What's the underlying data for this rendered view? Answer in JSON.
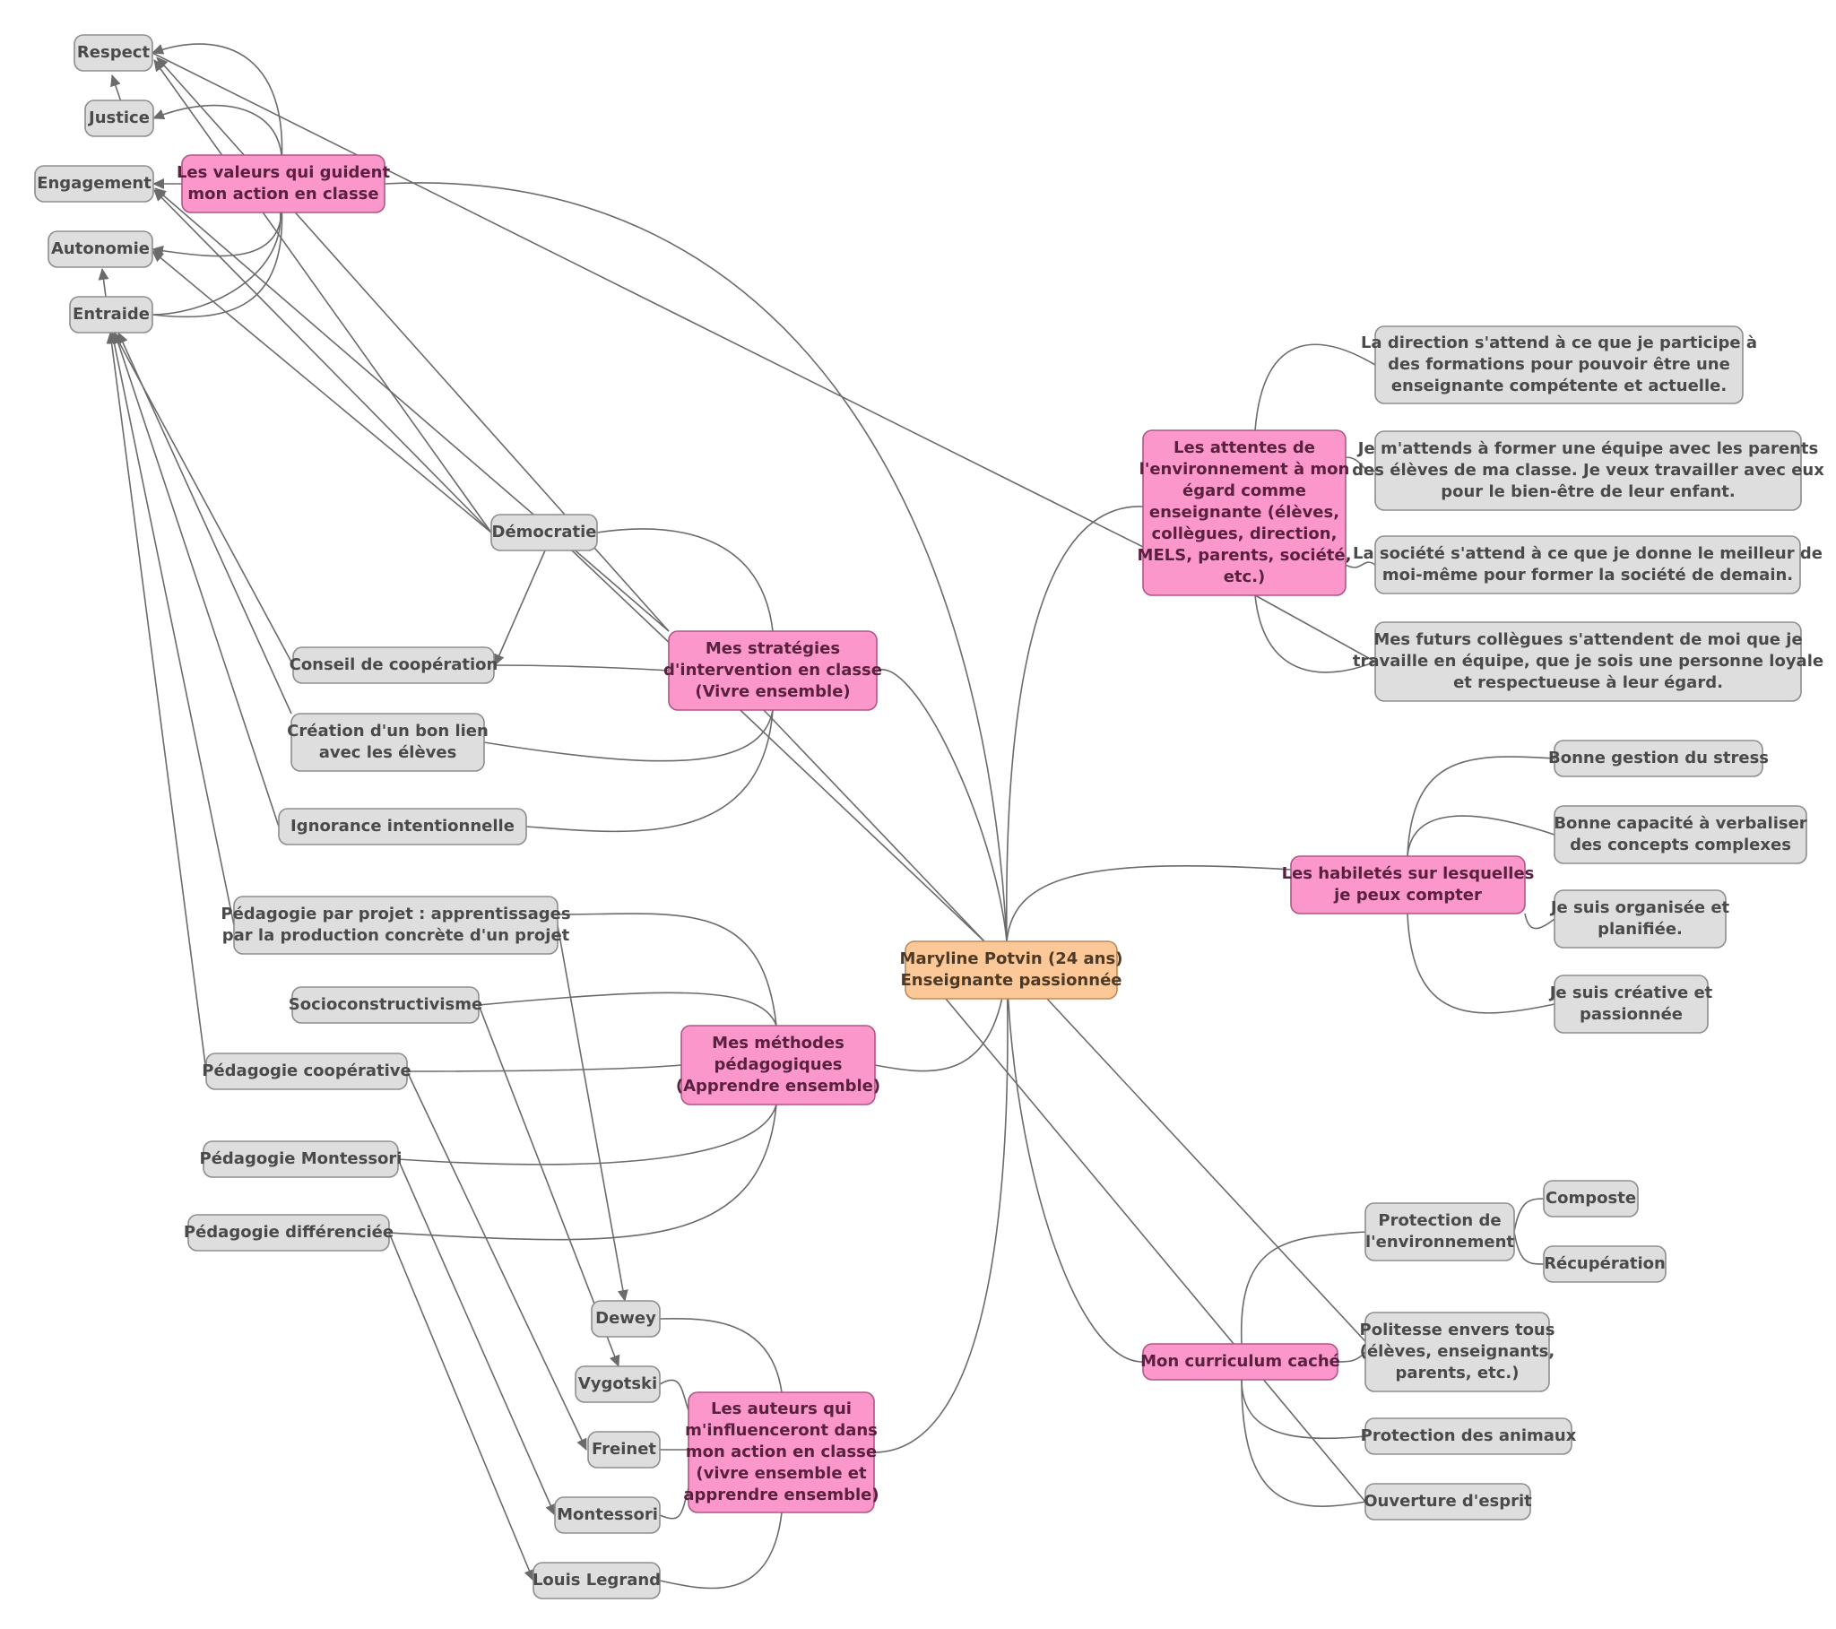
{
  "root": {
    "lines": [
      "Maryline Potvin (24 ans)",
      "Enseignante passionnée"
    ]
  },
  "branches": {
    "valeurs": {
      "lines": [
        "Les valeurs qui guident",
        "mon action en classe"
      ],
      "items": {
        "respect": [
          "Respect"
        ],
        "justice": [
          "Justice"
        ],
        "engagement": [
          "Engagement"
        ],
        "autonomie": [
          "Autonomie"
        ],
        "entraide": [
          "Entraide"
        ]
      }
    },
    "strategies": {
      "lines": [
        "Mes stratégies",
        "d'intervention en classe",
        "(Vivre ensemble)"
      ],
      "items": {
        "democratie": [
          "Démocratie"
        ],
        "conseil": [
          "Conseil de coopération"
        ],
        "lien": [
          "Création d'un bon lien",
          "avec les élèves"
        ],
        "ignorance": [
          "Ignorance intentionnelle"
        ]
      }
    },
    "methodes": {
      "lines": [
        "Mes méthodes",
        "pédagogiques",
        "(Apprendre ensemble)"
      ],
      "items": {
        "projet": [
          "Pédagogie par projet : apprentissages",
          "par la production concrète d'un projet"
        ],
        "socio": [
          "Socioconstructivisme"
        ],
        "cooperative": [
          "Pédagogie coopérative"
        ],
        "montessori": [
          "Pédagogie Montessori"
        ],
        "differenciee": [
          "Pédagogie différenciée"
        ]
      }
    },
    "auteurs": {
      "lines": [
        "Les auteurs qui",
        "m'influenceront dans",
        "mon action en classe",
        "(vivre ensemble et",
        "apprendre ensemble)"
      ],
      "items": {
        "dewey": [
          "Dewey"
        ],
        "vygotski": [
          "Vygotski"
        ],
        "freinet": [
          "Freinet"
        ],
        "montessori_a": [
          "Montessori"
        ],
        "legrand": [
          "Louis Legrand"
        ]
      }
    },
    "attentes": {
      "lines": [
        "Les attentes de",
        "l'environnement à mon",
        "égard comme",
        "enseignante (élèves,",
        "collègues, direction,",
        "MELS, parents, société,",
        "etc.)"
      ],
      "items": {
        "direction": [
          "La direction s'attend à ce que je participe à",
          "des formations pour pouvoir être une",
          "enseignante compétente et actuelle."
        ],
        "parents": [
          "Je m'attends à former une équipe avec les parents",
          "des élèves de ma classe. Je veux travailler avec eux",
          "pour le bien-être de leur enfant."
        ],
        "societe": [
          "La société s'attend à ce que je donne le meilleur de",
          "moi-même pour former la société de demain."
        ],
        "collegues": [
          "Mes futurs collègues s'attendent de moi que je",
          "travaille en équipe, que je sois une personne loyale",
          "et respectueuse à leur égard."
        ]
      }
    },
    "habiletes": {
      "lines": [
        "Les habiletés sur lesquelles",
        "je peux compter"
      ],
      "items": {
        "stress": [
          "Bonne gestion du stress"
        ],
        "verbaliser": [
          "Bonne capacité à verbaliser",
          "des concepts complexes"
        ],
        "organisee": [
          "Je suis organisée et",
          "planifiée."
        ],
        "creative": [
          "Je suis créative et",
          "passionnée"
        ]
      }
    },
    "curriculum": {
      "lines": [
        "Mon curriculum caché"
      ],
      "items": {
        "environnement": [
          "Protection de",
          "l'environnement"
        ],
        "composte": [
          "Composte"
        ],
        "recuperation": [
          "Récupération"
        ],
        "politesse": [
          "Politesse envers tous",
          "(élèves, enseignants,",
          "parents, etc.)"
        ],
        "animaux": [
          "Protection des animaux"
        ],
        "ouverture": [
          "Ouverture d'esprit"
        ]
      }
    }
  },
  "colors": {
    "root_fill": "#fdc898",
    "main_fill": "#fb97cb",
    "leaf_fill": "#dedede",
    "edge": "#6b6b6b"
  }
}
